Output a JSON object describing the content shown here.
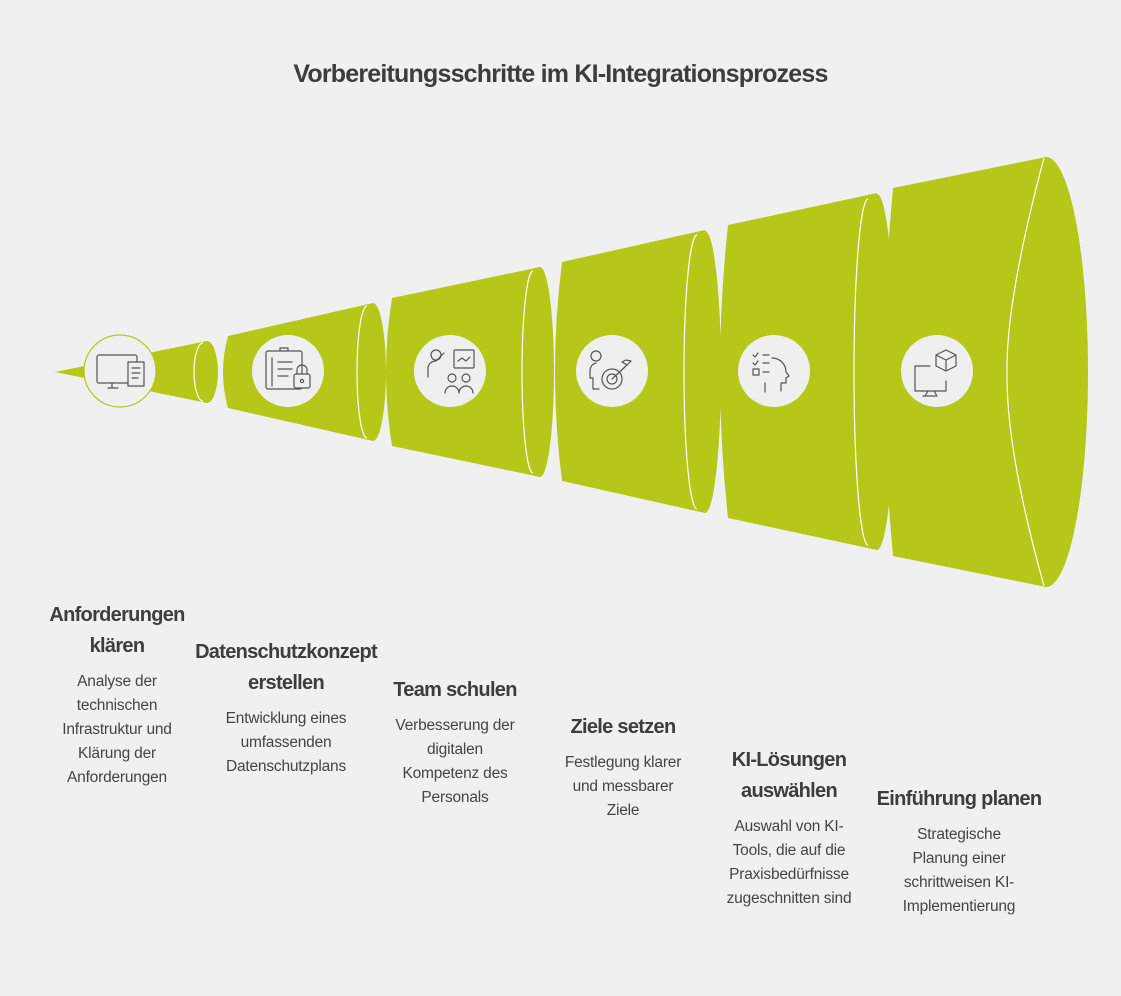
{
  "title": "Vorbereitungsschritte im KI-Integrationsprozess",
  "colors": {
    "accent": "#b5c81a",
    "background": "#f0f0f0",
    "icon_bg": "#efefef",
    "icon_stroke": "#555555"
  },
  "steps": [
    {
      "title_lines": [
        "Anforderungen",
        "klären"
      ],
      "desc_lines": [
        "Analyse der",
        "technischen",
        "Infrastruktur und",
        "Klärung der",
        "Anforderungen"
      ],
      "icon": "monitor-document-icon"
    },
    {
      "title_lines": [
        "Datenschutzkonzept",
        "erstellen"
      ],
      "desc_lines": [
        "Entwicklung eines",
        "umfassenden",
        "Datenschutzplans"
      ],
      "icon": "clipboard-lock-icon"
    },
    {
      "title_lines": [
        "Team schulen"
      ],
      "desc_lines": [
        "Verbesserung der",
        "digitalen",
        "Kompetenz des",
        "Personals"
      ],
      "icon": "presenter-training-icon"
    },
    {
      "title_lines": [
        "Ziele setzen"
      ],
      "desc_lines": [
        "Festlegung klarer",
        "und messbarer",
        "Ziele"
      ],
      "icon": "person-target-icon"
    },
    {
      "title_lines": [
        "KI-Lösungen",
        "auswählen"
      ],
      "desc_lines": [
        "Auswahl von KI-",
        "Tools, die auf die",
        "Praxisbedürfnisse",
        "zugeschnitten sind"
      ],
      "icon": "checklist-head-icon"
    },
    {
      "title_lines": [
        "Einführung planen"
      ],
      "desc_lines": [
        "Strategische",
        "Planung einer",
        "schrittweisen KI-",
        "Implementierung"
      ],
      "icon": "monitor-cube-icon"
    }
  ]
}
